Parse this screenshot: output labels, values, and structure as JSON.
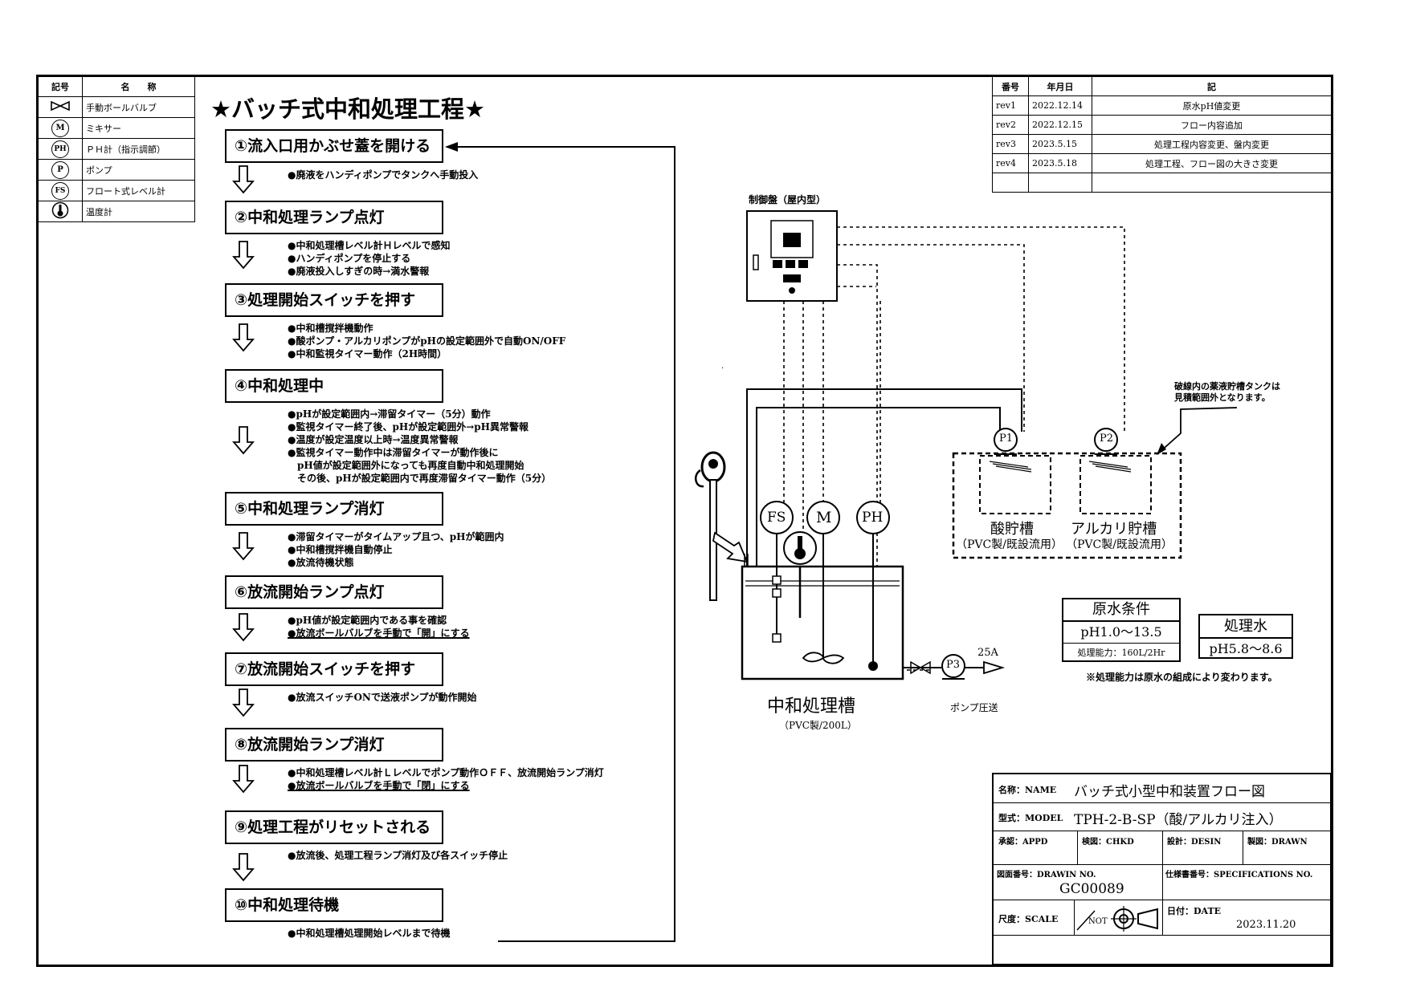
{
  "title": "★バッチ式中和処理工程★",
  "legend": {
    "headers": [
      "記号",
      "名　　称"
    ],
    "rows": [
      {
        "icon": "manual-ball-valve-icon",
        "symbol": "",
        "name": "手動ボールバルブ"
      },
      {
        "icon": "mixer-icon",
        "symbol": "M",
        "name": "ミキサー"
      },
      {
        "icon": "ph-meter-icon",
        "symbol": "PH",
        "name": "ＰＨ計（指示調節）"
      },
      {
        "icon": "pump-icon",
        "symbol": "P",
        "name": "ポンプ"
      },
      {
        "icon": "float-switch-icon",
        "symbol": "FS",
        "name": "フロート式レベル計"
      },
      {
        "icon": "thermometer-icon",
        "symbol": "",
        "name": "温度計"
      }
    ]
  },
  "steps": [
    {
      "label": "①流入口用かぶせ蓋を開ける",
      "notes": [
        "●廃液をハンディポンプでタンクへ手動投入"
      ]
    },
    {
      "label": "②中和処理ランプ点灯",
      "notes": [
        "●中和処理槽レベル計Ｈレベルで感知",
        "●ハンディポンプを停止する",
        "●廃液投入しすぎの時→満水警報"
      ]
    },
    {
      "label": "③処理開始スイッチを押す",
      "notes": [
        "●中和槽撹拌機動作",
        "●酸ポンプ・アルカリポンプがpHの設定範囲外で自動ON/OFF",
        "●中和監視タイマー動作（2H時間）"
      ]
    },
    {
      "label": "④中和処理中",
      "notes": [
        "●pHが設定範囲内→滞留タイマー（5分）動作",
        "●監視タイマー終了後、pHが設定範囲外→pH異常警報",
        "●温度が設定温度以上時→温度異常警報",
        "●監視タイマー動作中は滞留タイマーが動作後に",
        "　pH値が設定範囲外になっても再度自動中和処理開始",
        "　その後、pHが設定範囲内で再度滞留タイマー動作（5分）"
      ]
    },
    {
      "label": "⑤中和処理ランプ消灯",
      "notes": [
        "●滞留タイマーがタイムアップ且つ、pHが範囲内",
        "●中和槽撹拌機自動停止",
        "●放流待機状態"
      ]
    },
    {
      "label": "⑥放流開始ランプ点灯",
      "notes": [
        "●pH値が設定範囲内である事を確認",
        "●放流ボールバルブを手動で「開」にする"
      ]
    },
    {
      "label": "⑦放流開始スイッチを押す",
      "notes": [
        "●放流スイッチONで送液ポンプが動作開始"
      ]
    },
    {
      "label": "⑧放流開始ランプ消灯",
      "notes": [
        "●中和処理槽レベル計Ｌレベルでポンプ動作ＯＦＦ、放流開始ランプ消灯",
        "●放流ボールバルブを手動で「閉」にする"
      ]
    },
    {
      "label": "⑨処理工程がリセットされる",
      "notes": [
        "●放流後、処理工程ランプ消灯及び各スイッチ停止"
      ]
    },
    {
      "label": "⑩中和処理待機",
      "notes": [
        "●中和処理槽処理開始レベルまで待機"
      ]
    }
  ],
  "revisions": {
    "headers": [
      "番号",
      "年月日",
      "記"
    ],
    "rows": [
      [
        "rev1",
        "2022.12.14",
        "原水pH値変更"
      ],
      [
        "rev2",
        "2022.12.15",
        "フロー内容追加"
      ],
      [
        "rev3",
        "2023.5.15",
        "処理工程内容変更、盤内変更"
      ],
      [
        "rev4",
        "2023.5.18",
        "処理工程、フロー図の大きさ変更"
      ],
      [
        "",
        "",
        ""
      ]
    ]
  },
  "diagram": {
    "control_panel": "制御盤（屋内型）",
    "tank_note": "破線内の薬液貯槽タンクは\n見積範囲外となります。",
    "pump1": "P1",
    "pump2": "P2",
    "pump3": "P3",
    "acid_tank": "酸貯槽",
    "acid_tank_sub": "（PVC製/既設流用）",
    "alkali_tank": "アルカリ貯槽",
    "alkali_tank_sub": "（PVC製/既設流用）",
    "fs": "FS",
    "m": "M",
    "ph": "PH",
    "neutral_tank": "中和処理槽",
    "neutral_tank_sub": "（PVC製/200L）",
    "outlet": "25A",
    "pump_transfer": "ポンプ圧送",
    "raw_water_title": "原水条件",
    "raw_water_ph": "pH1.0～13.5",
    "capacity": "処理能力：160L/2Hr",
    "treated_title": "処理水",
    "treated_ph": "pH5.8～8.6",
    "capacity_note": "※処理能力は原水の組成により変わります。"
  },
  "title_block": {
    "name_label": "名称：NAME",
    "name_value": "バッチ式小型中和装置フロー図",
    "model_label": "型式：MODEL",
    "model_value": "TPH-2-B-SP（酸/アルカリ注入）",
    "approved": "承認：APPD",
    "checked": "検図：CHKD",
    "designed": "設計：DESIN",
    "drawn": "製図：DRAWN",
    "drawing_no_label": "図面番号：DRAWIN NO.",
    "drawing_no": "GC00089",
    "spec_no_label": "仕様書番号：SPECIFICATIONS NO.",
    "scale_label": "尺度：SCALE",
    "scale_value": "NOT",
    "date_label": "日付：DATE",
    "date_value": "2023.11.20"
  }
}
